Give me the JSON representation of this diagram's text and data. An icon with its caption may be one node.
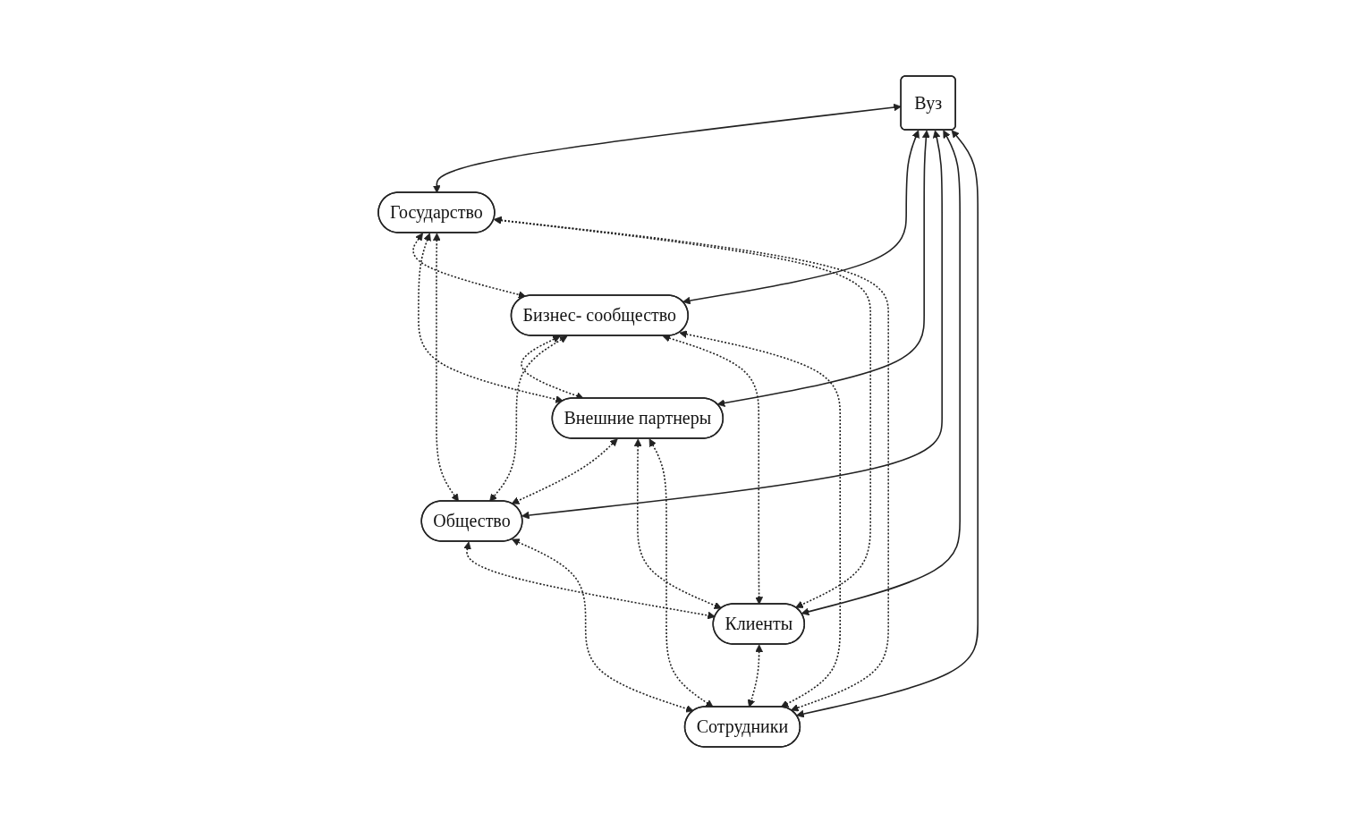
{
  "diagram": {
    "nodes": [
      {
        "text": [
          "Государство"
        ]
      },
      {
        "text": [
          "Бизнес- сообщество"
        ]
      },
      {
        "text": [
          "Внешние партнеры"
        ]
      },
      {
        "text": [
          "Вуз"
        ]
      },
      {
        "text": [
          "Общество"
        ]
      },
      {
        "text": [
          "Клиенты"
        ]
      },
      {
        "text": [
          "Сотрудники"
        ]
      }
    ],
    "edges": [
      {
        "from": 3,
        "to": 0,
        "arrow": "both"
      },
      {
        "from": 3,
        "to": 1,
        "arrow": "both"
      },
      {
        "from": 3,
        "to": 2,
        "arrow": "both"
      },
      {
        "from": 3,
        "to": 4,
        "arrow": "both"
      },
      {
        "from": 3,
        "to": 5,
        "arrow": "both"
      },
      {
        "from": 3,
        "to": 6,
        "arrow": "both"
      },
      {
        "from": 0,
        "to": 1,
        "arrow": "both",
        "style": "dashed"
      },
      {
        "from": 0,
        "to": 2,
        "arrow": "both",
        "style": "dashed"
      },
      {
        "from": 0,
        "to": 4,
        "arrow": "both",
        "style": "dashed"
      },
      {
        "from": 0,
        "to": 5,
        "arrow": "both",
        "style": "dashed"
      },
      {
        "from": 0,
        "to": 6,
        "arrow": "both",
        "style": "dashed"
      },
      {
        "from": 1,
        "to": 2,
        "arrow": "both",
        "style": "dashed"
      },
      {
        "from": 1,
        "to": 4,
        "arrow": "both",
        "style": "dashed"
      },
      {
        "from": 1,
        "to": 5,
        "arrow": "both",
        "style": "dashed"
      },
      {
        "from": 1,
        "to": 6,
        "arrow": "both",
        "style": "dashed"
      },
      {
        "from": 2,
        "to": 4,
        "arrow": "both",
        "style": "dashed"
      },
      {
        "from": 2,
        "to": 5,
        "arrow": "both",
        "style": "dashed"
      },
      {
        "from": 2,
        "to": 6,
        "arrow": "both",
        "style": "dashed"
      },
      {
        "from": 4,
        "to": 5,
        "arrow": "both",
        "style": "dashed"
      },
      {
        "from": 4,
        "to": 6,
        "arrow": "both",
        "style": "dashed"
      },
      {
        "from": 5,
        "to": 6,
        "arrow": "both",
        "style": "dashed"
      }
    ]
  }
}
